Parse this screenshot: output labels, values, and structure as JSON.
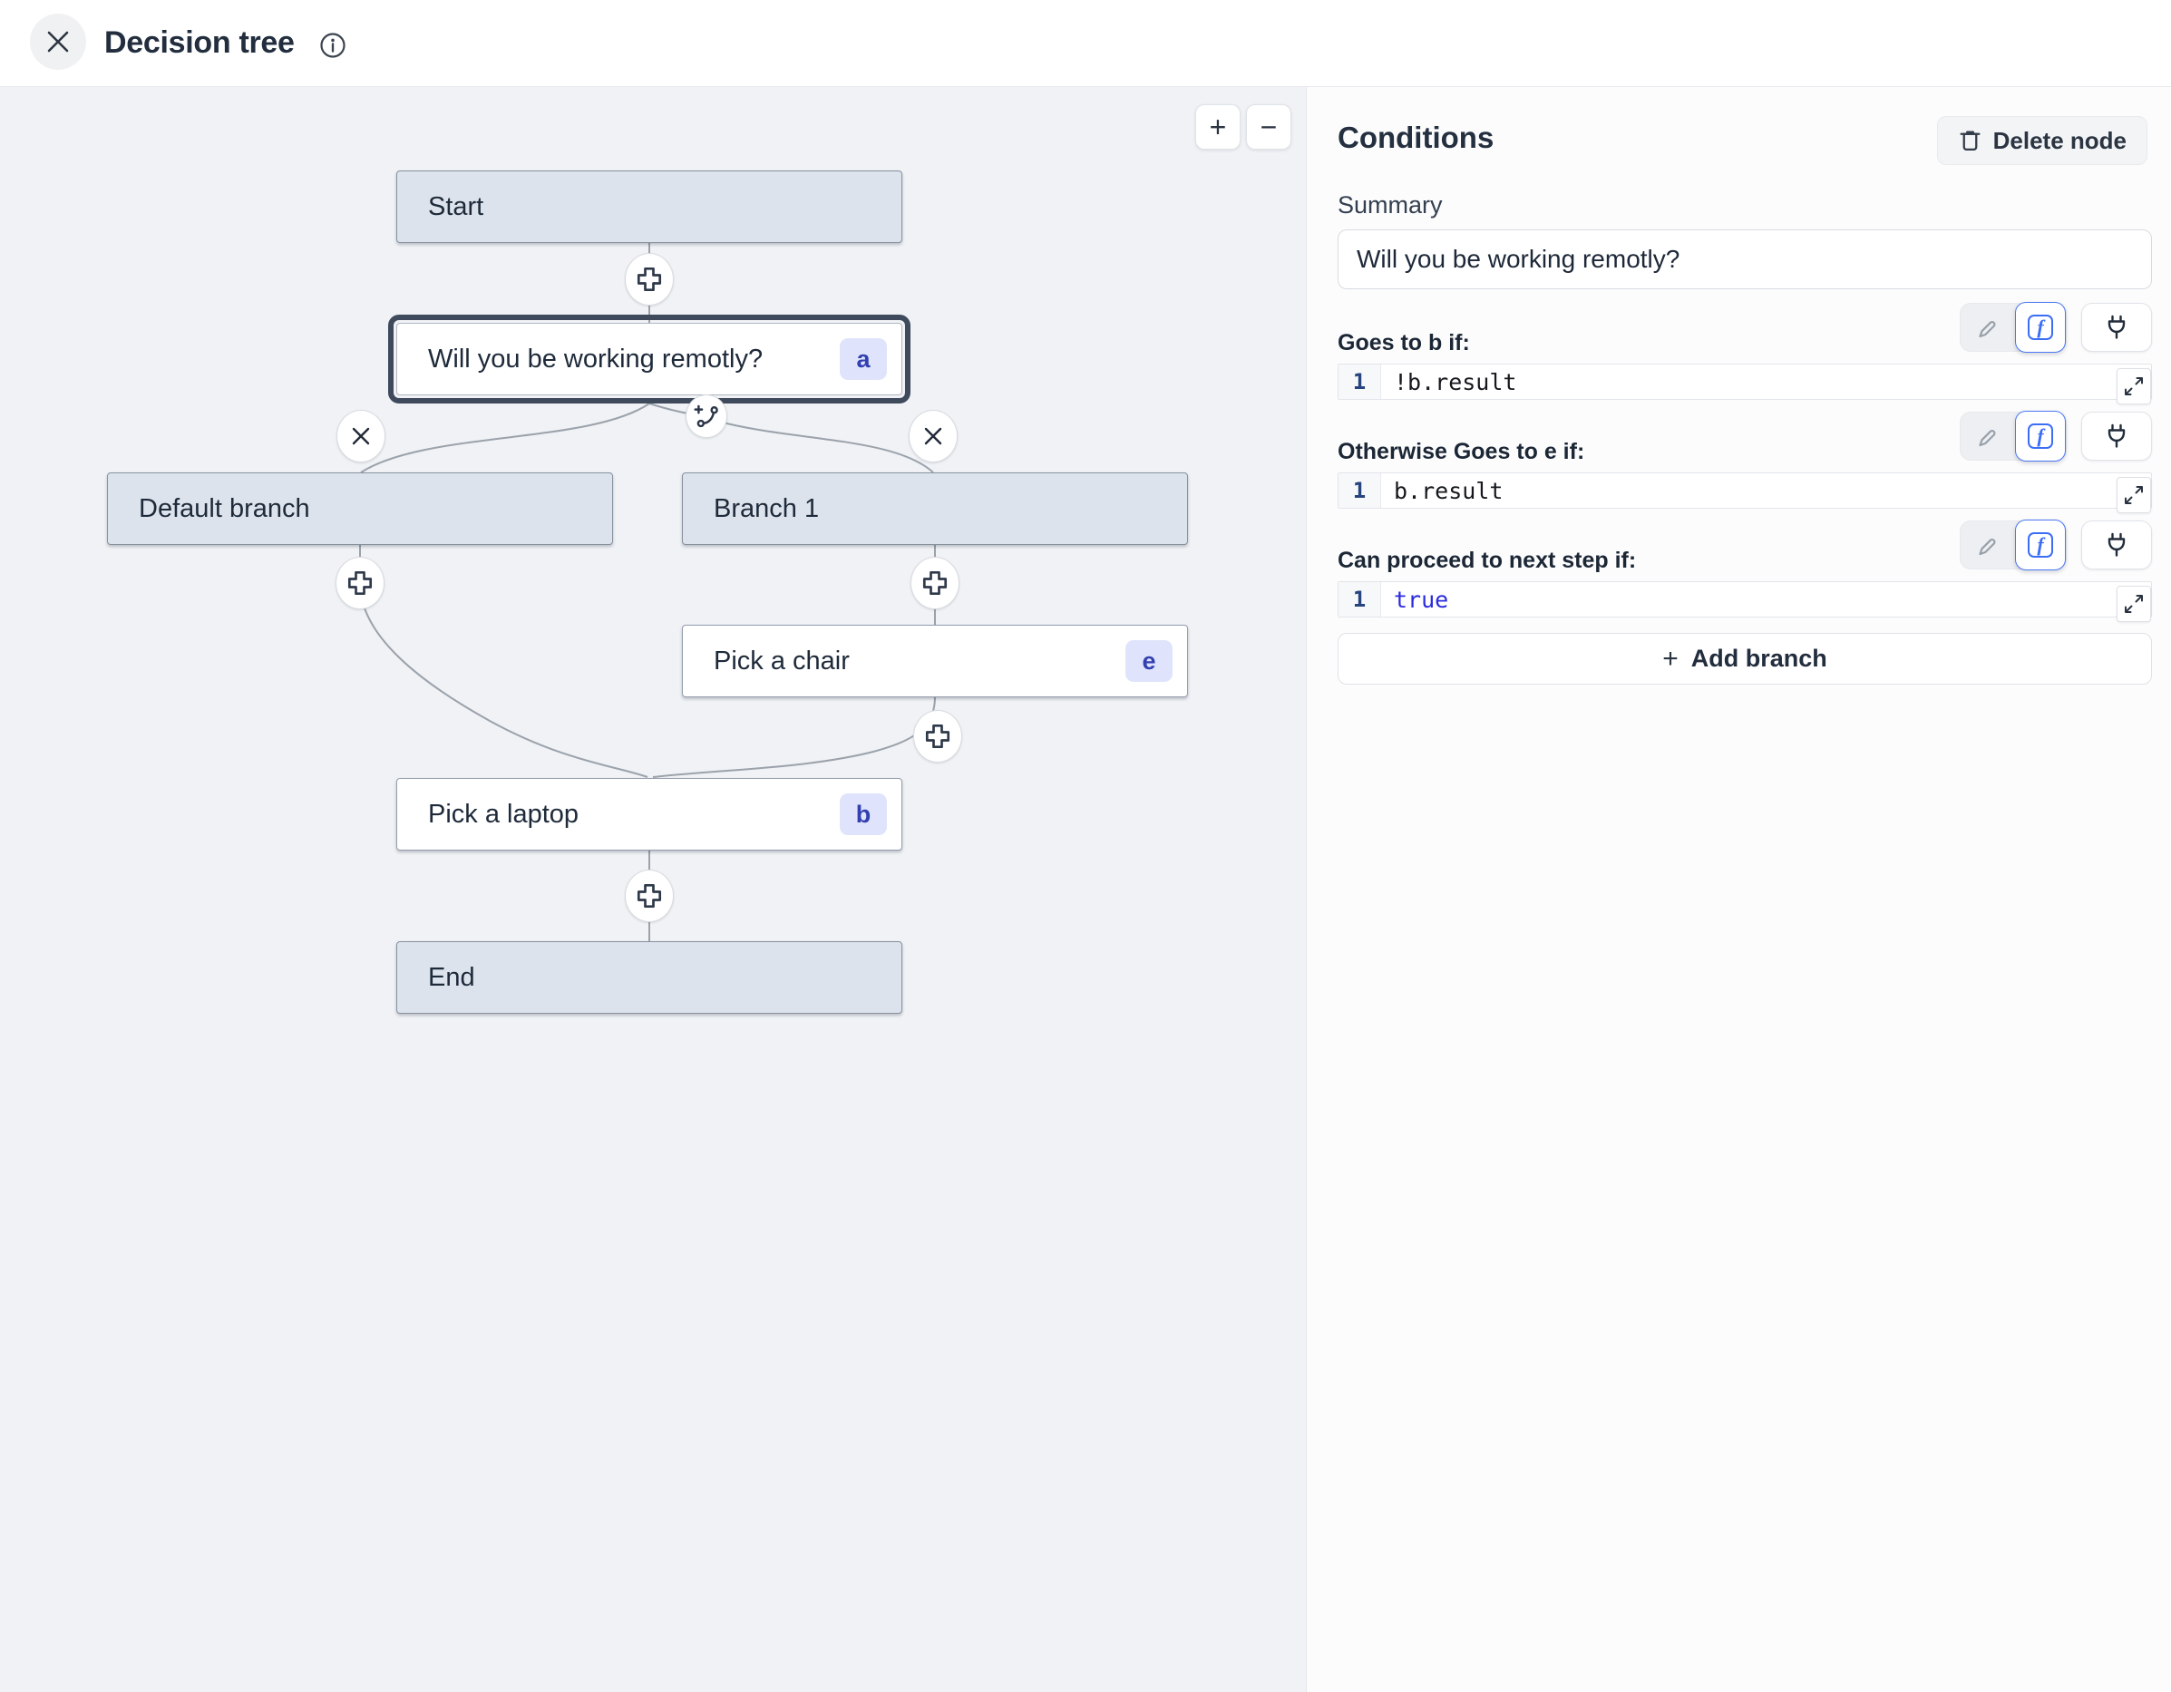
{
  "header": {
    "title": "Decision tree"
  },
  "canvas": {
    "zoom_in_label": "+",
    "zoom_out_label": "−",
    "nodes": [
      {
        "label": "Start"
      },
      {
        "label": "Will you be working remotly?",
        "badge": "a"
      },
      {
        "label": "Default branch"
      },
      {
        "label": "Branch 1"
      },
      {
        "label": "Pick a chair",
        "badge": "e"
      },
      {
        "label": "Pick a laptop",
        "badge": "b"
      },
      {
        "label": "End"
      }
    ]
  },
  "panel": {
    "title": "Conditions",
    "delete_node_label": "Delete node",
    "summary_label": "Summary",
    "summary_value": "Will you be working remotly?",
    "fx_glyph": "f",
    "sections": [
      {
        "label": "Goes to b if:",
        "line": "1",
        "code": "!b.result"
      },
      {
        "label": "Otherwise Goes to e if:",
        "line": "1",
        "code": "b.result"
      },
      {
        "label": "Can proceed to next step if:",
        "line": "1",
        "code": "true"
      }
    ],
    "add_branch_label": "Add branch"
  },
  "colors": {
    "accent_blue": "#3b6ef5",
    "keyword_blue": "#2b2be0",
    "badge_bg": "#dfe4fc",
    "badge_text": "#3240b0",
    "node_gray_bg": "#dce3ec",
    "selected_ring": "#3f4b5c",
    "canvas_bg": "#f0f2f5",
    "edge_gray": "#9ba2ab"
  }
}
